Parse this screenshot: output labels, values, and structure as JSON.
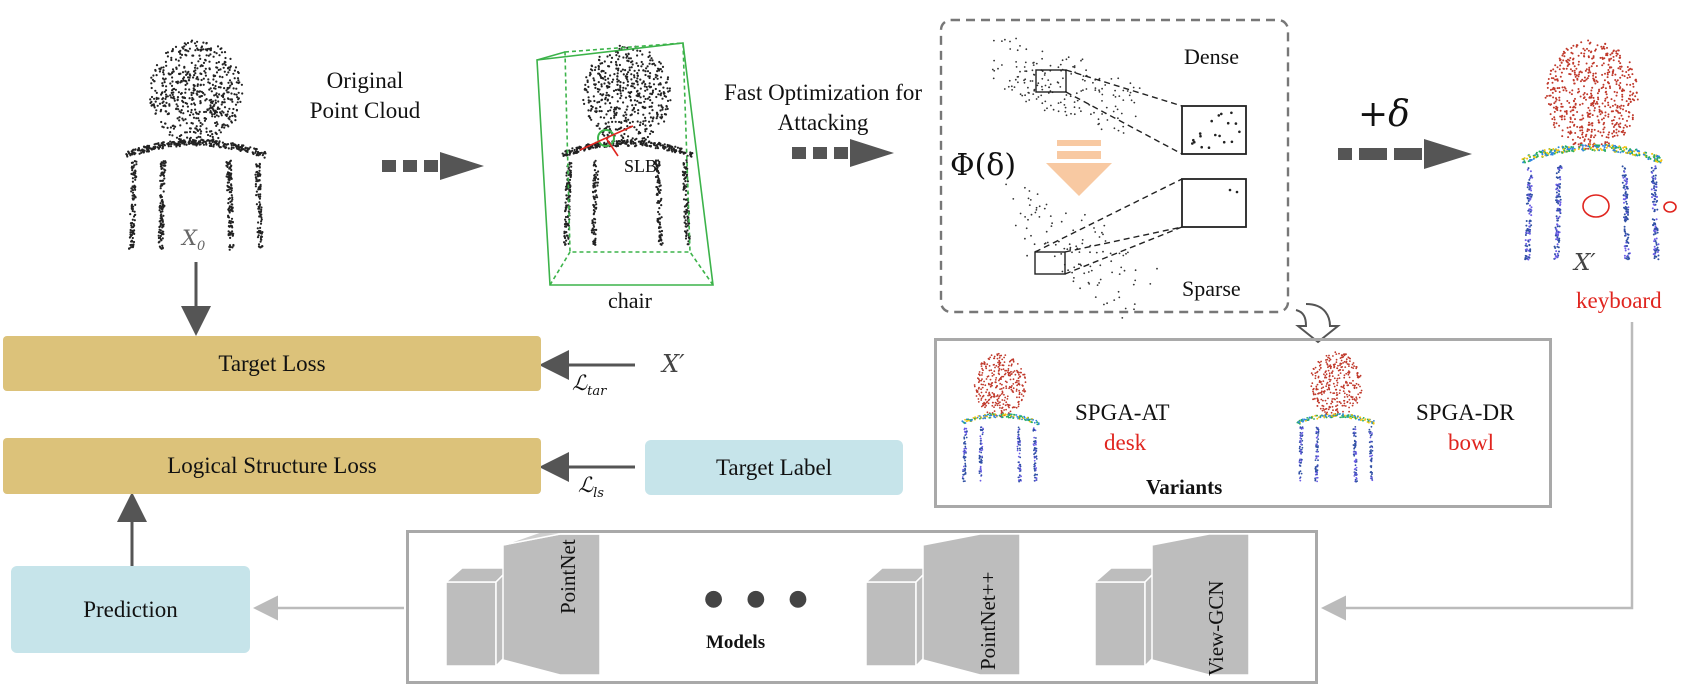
{
  "labels": {
    "original_line1": "Original",
    "original_line2": "Point Cloud",
    "x0": "X",
    "x0_sub": "0",
    "chair": "chair",
    "slb": "SLB",
    "fast_opt_line1": "Fast Optimization for",
    "fast_opt_line2": "Attacking",
    "dense": "Dense",
    "sparse": "Sparse",
    "phi": "Φ(δ)",
    "plus_delta": "+δ",
    "x_prime": "X′",
    "keyboard": "keyboard",
    "target_loss": "Target Loss",
    "logical_loss": "Logical Structure Loss",
    "l_tar": "ℒ",
    "l_tar_sub": "tar",
    "l_ls": "ℒ",
    "l_ls_sub": "ls",
    "x_prime_input": "X′",
    "target_label": "Target Label",
    "prediction": "Prediction",
    "spga_at": "SPGA-AT",
    "desk": "desk",
    "spga_dr": "SPGA-DR",
    "bowl": "bowl",
    "variants": "Variants",
    "models": "Models",
    "model_pointnet": "PointNet",
    "model_pointnetpp": "PointNet++",
    "model_viewgcn": "View-GCN",
    "ellipsis": "● ● ●"
  },
  "colors": {
    "gold_box": "#dcc27a",
    "blue_box": "#c6e4ea",
    "red_text": "#e0251f",
    "arrow_dark": "#555555",
    "arrow_light": "#bbbbbb",
    "frame_gray": "#a9a9a9",
    "bbox_green": "#3cb34a",
    "down_arrow_peach": "#f8c9a2",
    "model_gray": "#bdbdbd"
  }
}
